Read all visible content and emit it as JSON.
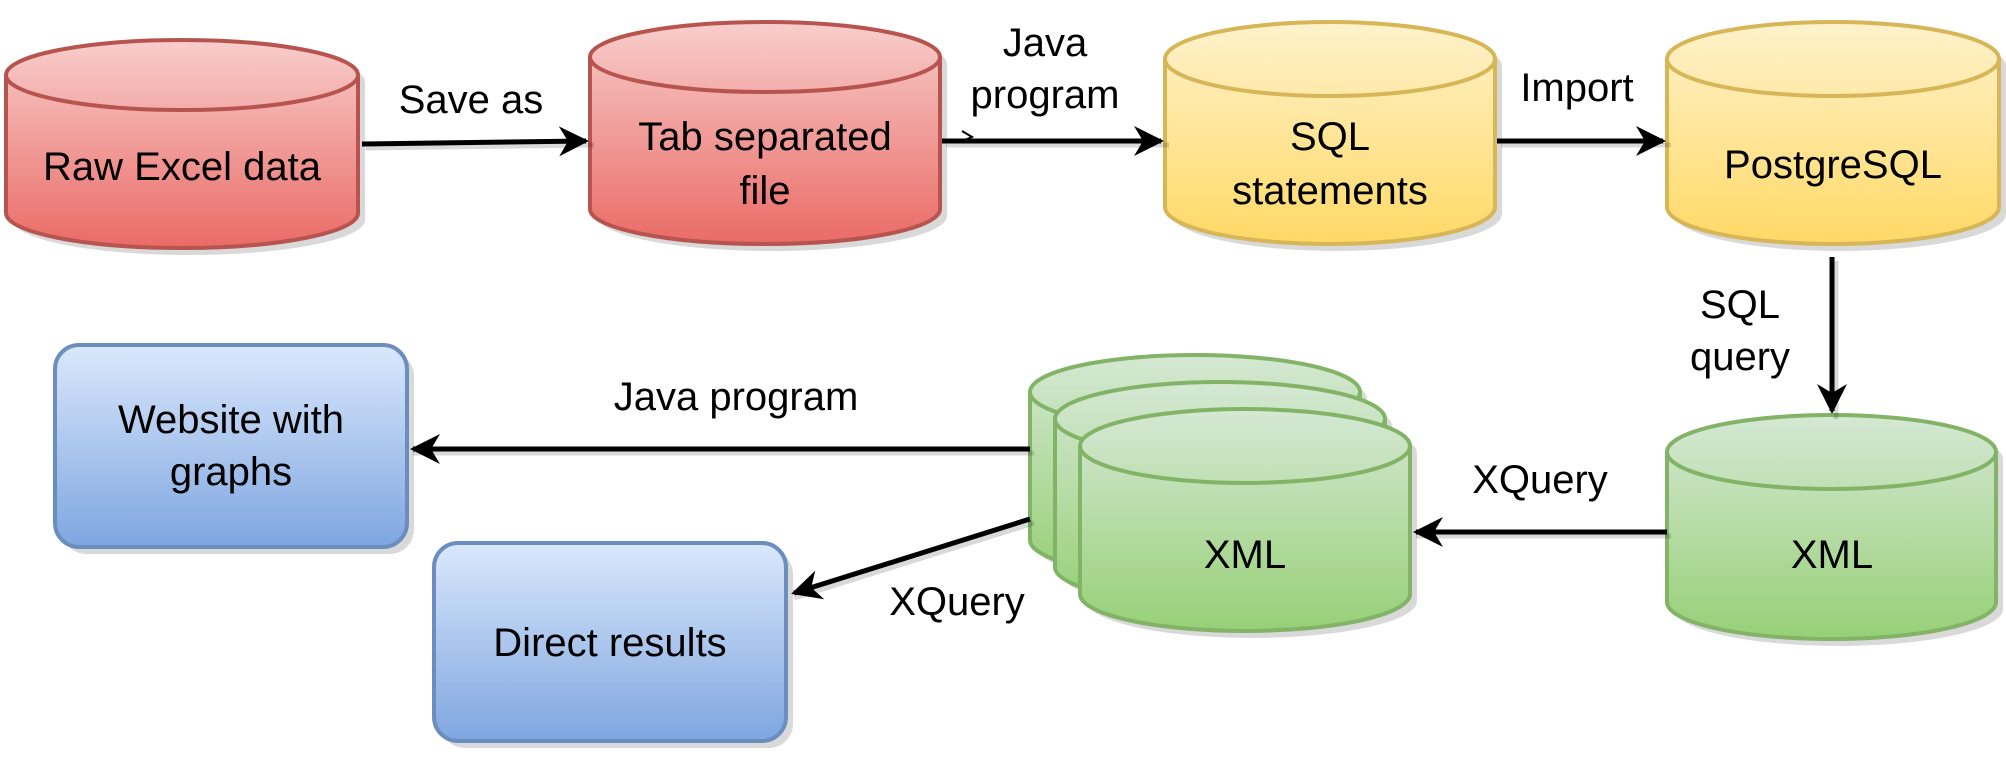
{
  "colors": {
    "red_fill_top": "#f8cecc",
    "red_fill_bottom": "#ea6b66",
    "red_stroke": "#b85450",
    "yellow_fill_top": "#fff2cc",
    "yellow_fill_bottom": "#ffd966",
    "yellow_stroke": "#d6b656",
    "green_fill_top": "#d5e8d4",
    "green_fill_bottom": "#97d077",
    "green_stroke": "#82b366",
    "blue_fill_top": "#dae8fc",
    "blue_fill_bottom": "#7ea6e0",
    "blue_stroke": "#6c8ebf",
    "arrow": "#000000"
  },
  "nodes": {
    "raw_excel": {
      "label": "Raw Excel data"
    },
    "tab_file": {
      "line1": "Tab separated",
      "line2": "file"
    },
    "sql_statements": {
      "line1": "SQL",
      "line2": "statements"
    },
    "postgresql": {
      "label": "PostgreSQL"
    },
    "xml_single": {
      "label": "XML"
    },
    "xml_stack": {
      "label": "XML"
    },
    "website": {
      "line1": "Website with",
      "line2": "graphs"
    },
    "direct_results": {
      "label": "Direct results"
    }
  },
  "edges": {
    "save_as": {
      "label": "Save as"
    },
    "java_program_1": {
      "line1": "Java",
      "line2": "program"
    },
    "import": {
      "label": "Import"
    },
    "sql_query": {
      "line1": "SQL",
      "line2": "query"
    },
    "xquery_1": {
      "label": "XQuery"
    },
    "java_program_2": {
      "label": "Java program"
    },
    "xquery_2": {
      "label": "XQuery"
    }
  }
}
